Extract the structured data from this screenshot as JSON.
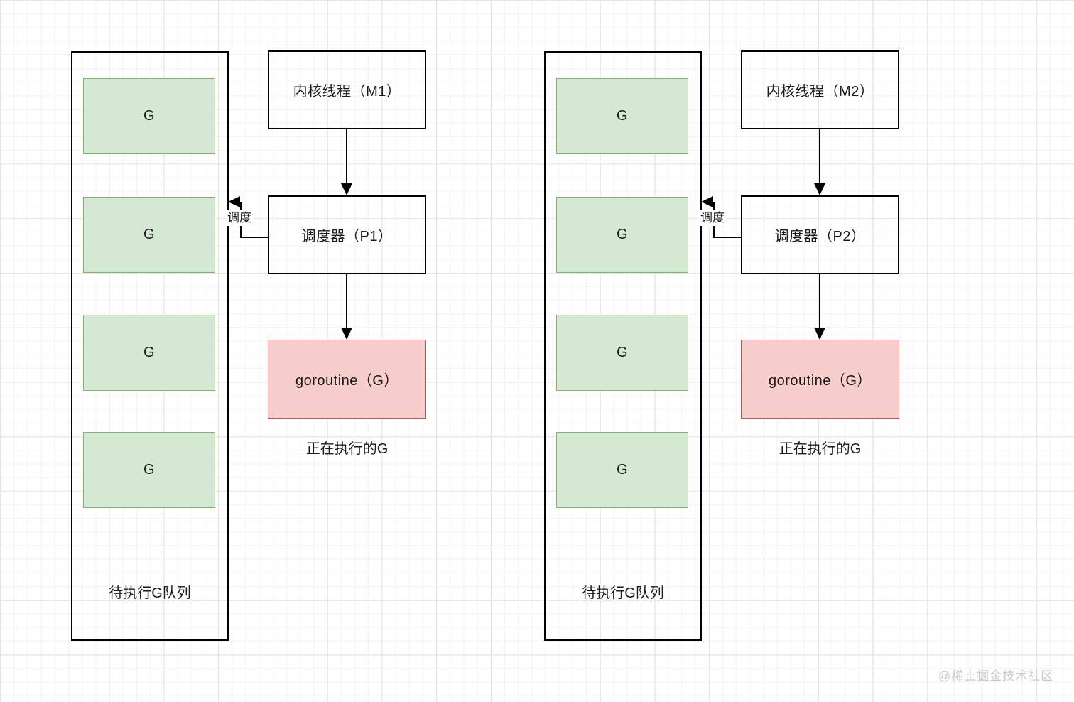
{
  "colors": {
    "background": "#ffffff",
    "grid_minor": "#f3f3f3",
    "grid_major": "#e4e4e4",
    "box_line": "#000000",
    "green_fill": "#d5e8d4",
    "green_border": "#82b366",
    "pink_fill": "#f8cecc",
    "pink_border": "#b85450",
    "text": "#1a1a1a",
    "watermark_text": "#c9c9c9"
  },
  "diagrams": [
    {
      "kernel_thread": "内核线程（M1）",
      "scheduler": "调度器（P1）",
      "goroutine": "goroutine（G）",
      "running_label": "正在执行的G",
      "schedule_label": "调度",
      "queue_label": "待执行G队列",
      "queue_items": [
        "G",
        "G",
        "G",
        "G"
      ]
    },
    {
      "kernel_thread": "内核线程（M2）",
      "scheduler": "调度器（P2）",
      "goroutine": "goroutine（G）",
      "running_label": "正在执行的G",
      "schedule_label": "调度",
      "queue_label": "待执行G队列",
      "queue_items": [
        "G",
        "G",
        "G",
        "G"
      ]
    }
  ],
  "watermark": {
    "text": "@稀土掘金技术社区"
  }
}
